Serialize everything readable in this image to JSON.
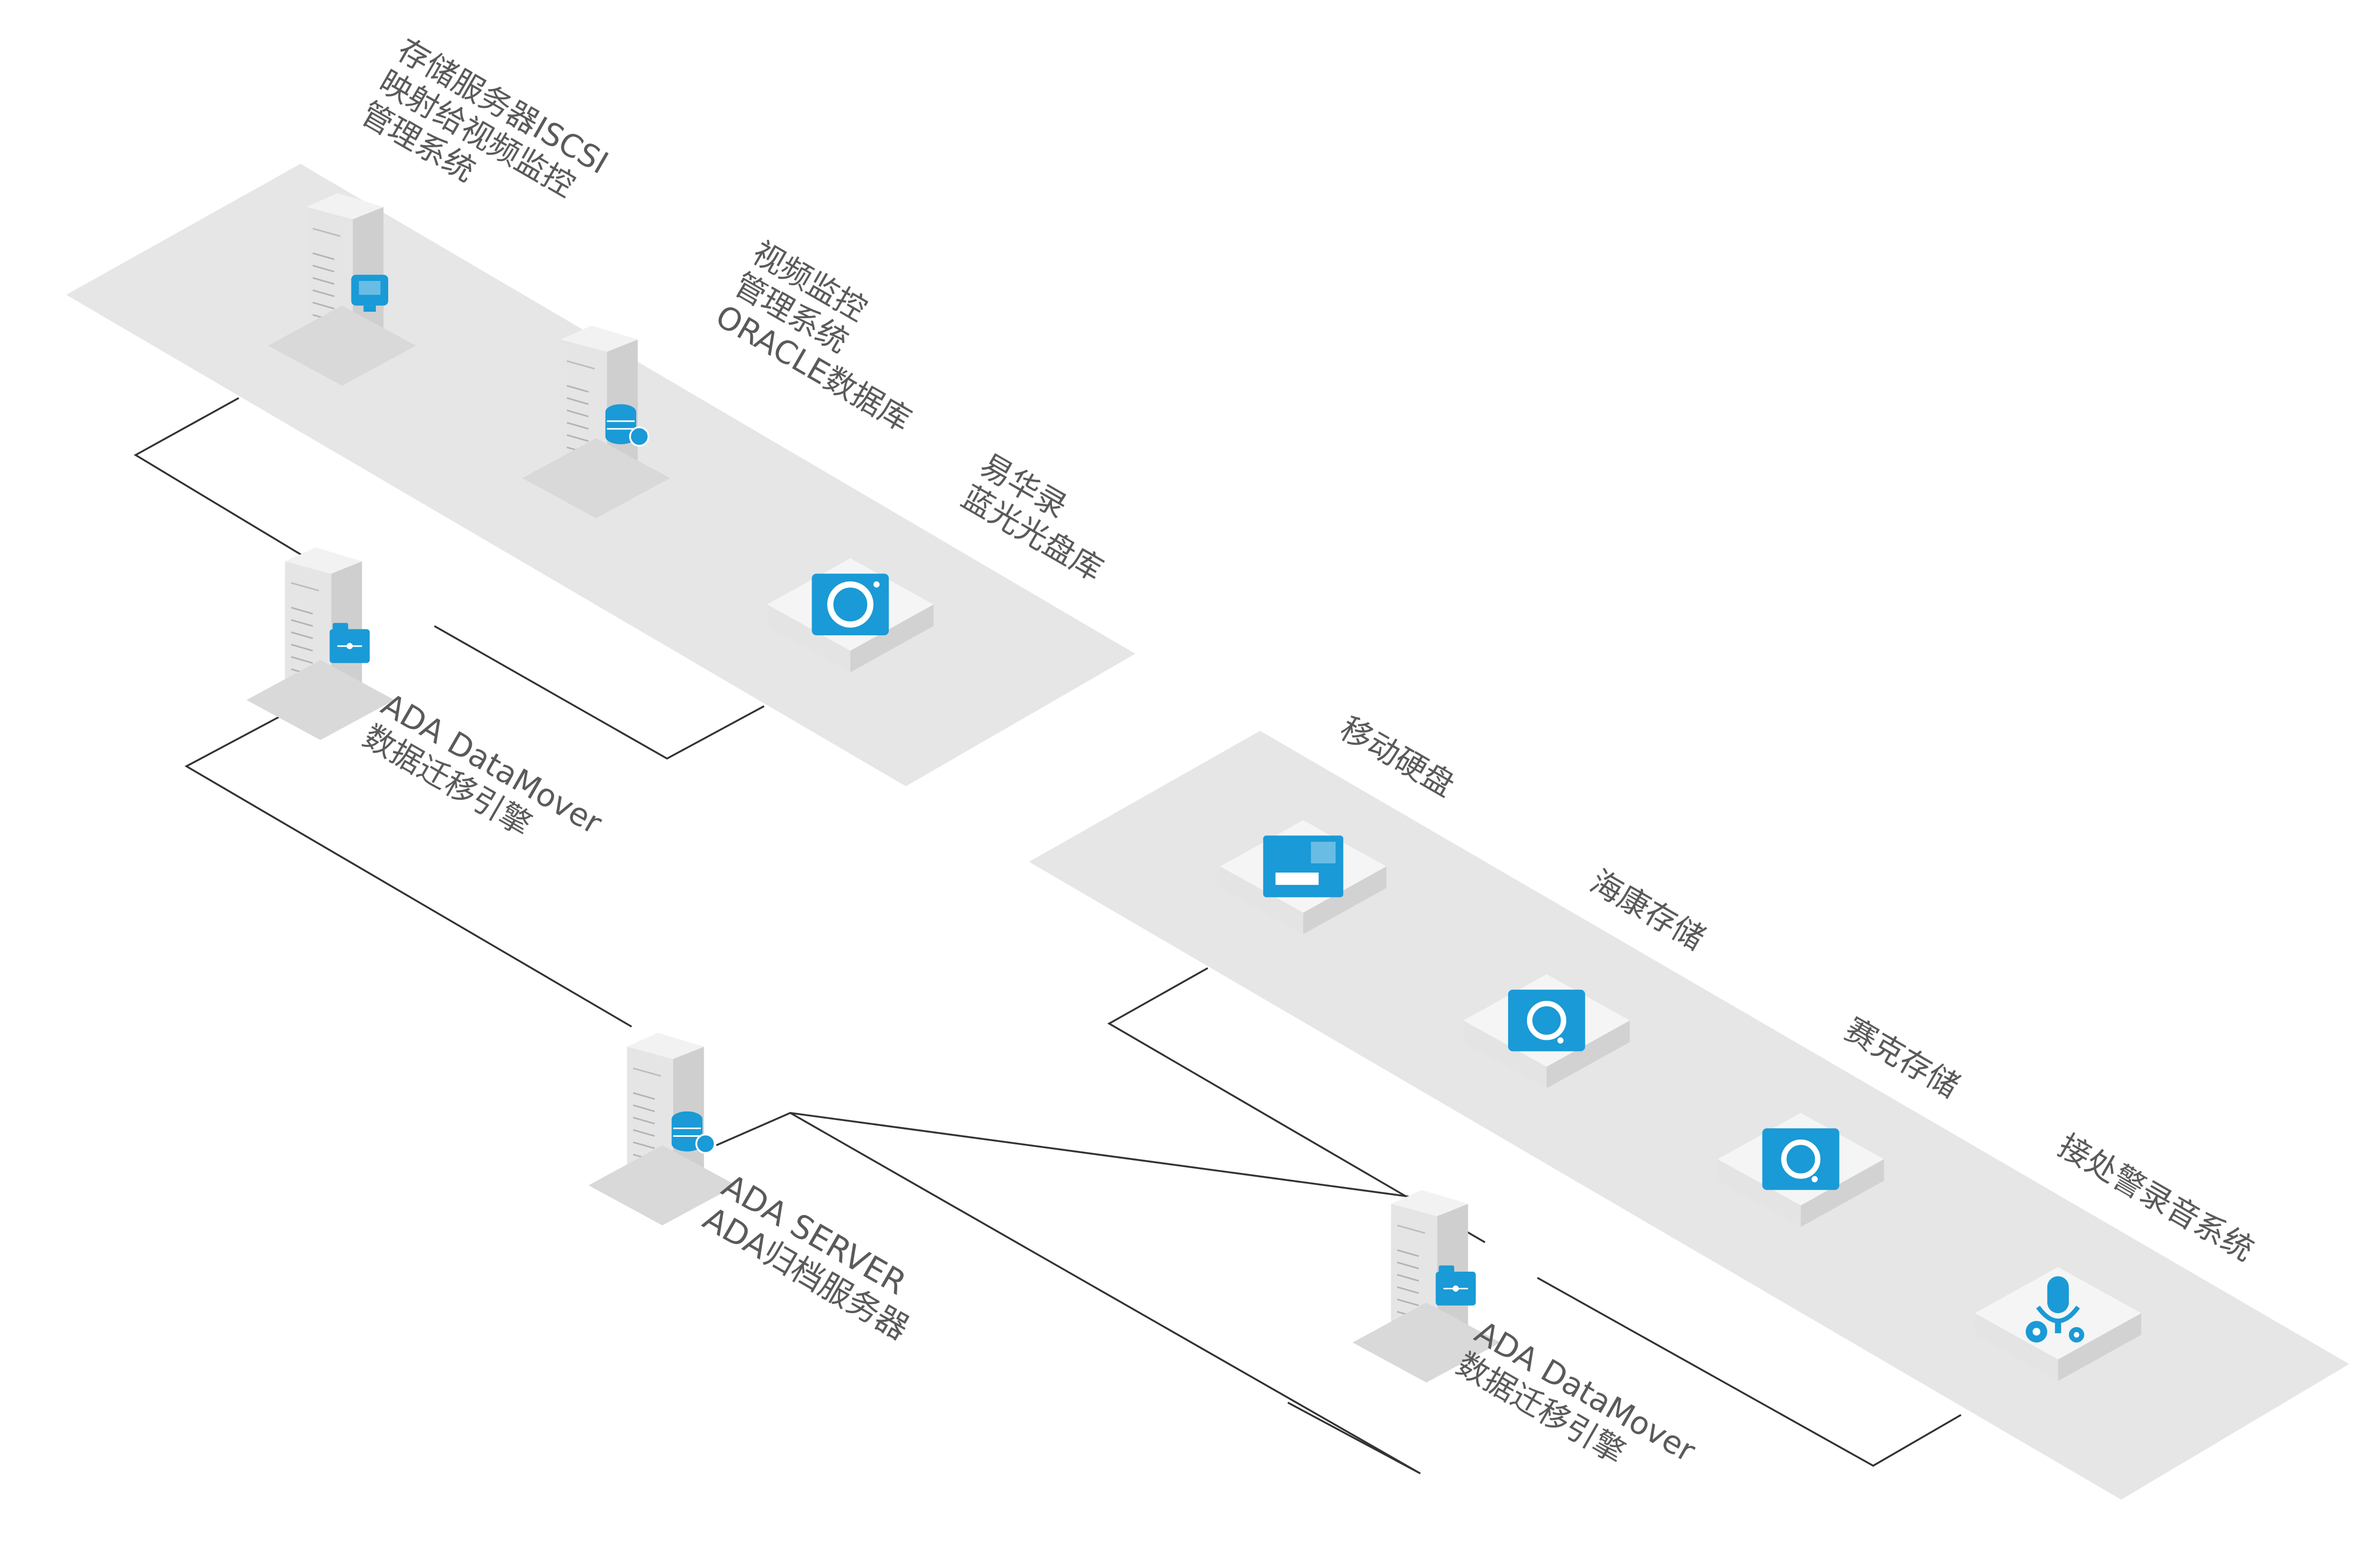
{
  "diagram": {
    "colors": {
      "platform": "#e6e6e6",
      "pedestal": "#d9d9d9",
      "line": "#333333",
      "accent": "#1a9ad6",
      "server_front": "#e5e5e5",
      "server_side": "#cfcfcf",
      "server_top": "#f2f2f2",
      "box_top": "#f5f5f5",
      "box_side": "#d2d2d2",
      "box_front": "#e4e4e4",
      "text": "#5a5a5a"
    },
    "nodes": {
      "iscsi_server": {
        "lines": [
          "存储服务器ISCSI",
          "映射给视频监控",
          "管理系统"
        ],
        "icon": "monitor-icon"
      },
      "oracle_server": {
        "lines": [
          "视频监控",
          "管理系统",
          "ORACLE数据库"
        ],
        "icon": "database-icon"
      },
      "bluray_library": {
        "lines": [
          "易华录",
          "蓝光光盘库"
        ],
        "icon": "disc-icon"
      },
      "datamover_1": {
        "lines": [
          "ADA DataMover",
          "数据迁移引擎"
        ],
        "icon": "folder-icon"
      },
      "ada_server": {
        "lines": [
          "ADA SERVER",
          "ADA归档服务器"
        ],
        "icon": "database-icon"
      },
      "datamover_2": {
        "lines": [
          "ADA DataMover",
          "数据迁移引擎"
        ],
        "icon": "folder-icon"
      },
      "mobile_disk": {
        "lines": [
          "移动硬盘"
        ],
        "icon": "drive-icon"
      },
      "hikvision_storage": {
        "lines": [
          "海康存储"
        ],
        "icon": "storage-icon"
      },
      "saike_storage": {
        "lines": [
          "赛克存储"
        ],
        "icon": "storage-icon"
      },
      "recording_system": {
        "lines": [
          "接处警录音系统"
        ],
        "icon": "microphone-gear-icon"
      }
    }
  }
}
